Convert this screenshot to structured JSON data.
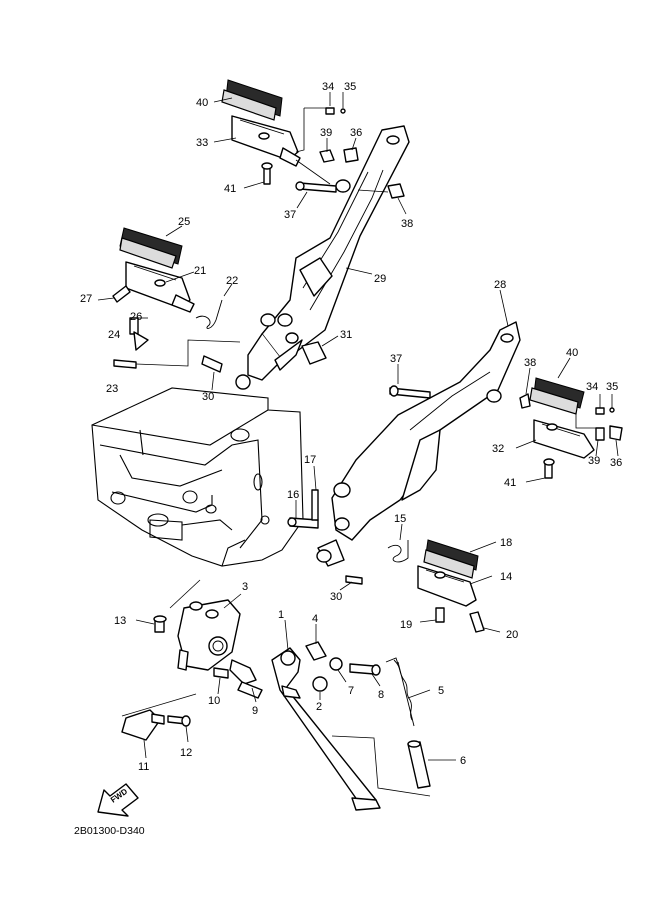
{
  "diagram_code": "2B01300-D340",
  "direction_label": "FWD",
  "callouts": [
    {
      "id": "c40a",
      "text": "40"
    },
    {
      "id": "c34a",
      "text": "34"
    },
    {
      "id": "c35a",
      "text": "35"
    },
    {
      "id": "c33",
      "text": "33"
    },
    {
      "id": "c39a",
      "text": "39"
    },
    {
      "id": "c36a",
      "text": "36"
    },
    {
      "id": "c41a",
      "text": "41"
    },
    {
      "id": "c37a",
      "text": "37"
    },
    {
      "id": "c38a",
      "text": "38"
    },
    {
      "id": "c25",
      "text": "25"
    },
    {
      "id": "c21",
      "text": "21"
    },
    {
      "id": "c22",
      "text": "22"
    },
    {
      "id": "c29",
      "text": "29"
    },
    {
      "id": "c27",
      "text": "27"
    },
    {
      "id": "c26",
      "text": "26"
    },
    {
      "id": "c24",
      "text": "24"
    },
    {
      "id": "c31",
      "text": "31"
    },
    {
      "id": "c23",
      "text": "23"
    },
    {
      "id": "c30a",
      "text": "30"
    },
    {
      "id": "c28",
      "text": "28"
    },
    {
      "id": "c37b",
      "text": "37"
    },
    {
      "id": "c38b",
      "text": "38"
    },
    {
      "id": "c40b",
      "text": "40"
    },
    {
      "id": "c34b",
      "text": "34"
    },
    {
      "id": "c35b",
      "text": "35"
    },
    {
      "id": "c32",
      "text": "32"
    },
    {
      "id": "c39b",
      "text": "39"
    },
    {
      "id": "c36b",
      "text": "36"
    },
    {
      "id": "c41b",
      "text": "41"
    },
    {
      "id": "c17",
      "text": "17"
    },
    {
      "id": "c16",
      "text": "16"
    },
    {
      "id": "c15",
      "text": "15"
    },
    {
      "id": "c18",
      "text": "18"
    },
    {
      "id": "c14",
      "text": "14"
    },
    {
      "id": "c30b",
      "text": "30"
    },
    {
      "id": "c19",
      "text": "19"
    },
    {
      "id": "c20",
      "text": "20"
    },
    {
      "id": "c3",
      "text": "3"
    },
    {
      "id": "c13",
      "text": "13"
    },
    {
      "id": "c1",
      "text": "1"
    },
    {
      "id": "c4",
      "text": "4"
    },
    {
      "id": "c7",
      "text": "7"
    },
    {
      "id": "c8",
      "text": "8"
    },
    {
      "id": "c5",
      "text": "5"
    },
    {
      "id": "c2",
      "text": "2"
    },
    {
      "id": "c10",
      "text": "10"
    },
    {
      "id": "c9",
      "text": "9"
    },
    {
      "id": "c12",
      "text": "12"
    },
    {
      "id": "c11",
      "text": "11"
    },
    {
      "id": "c6",
      "text": "6"
    }
  ]
}
